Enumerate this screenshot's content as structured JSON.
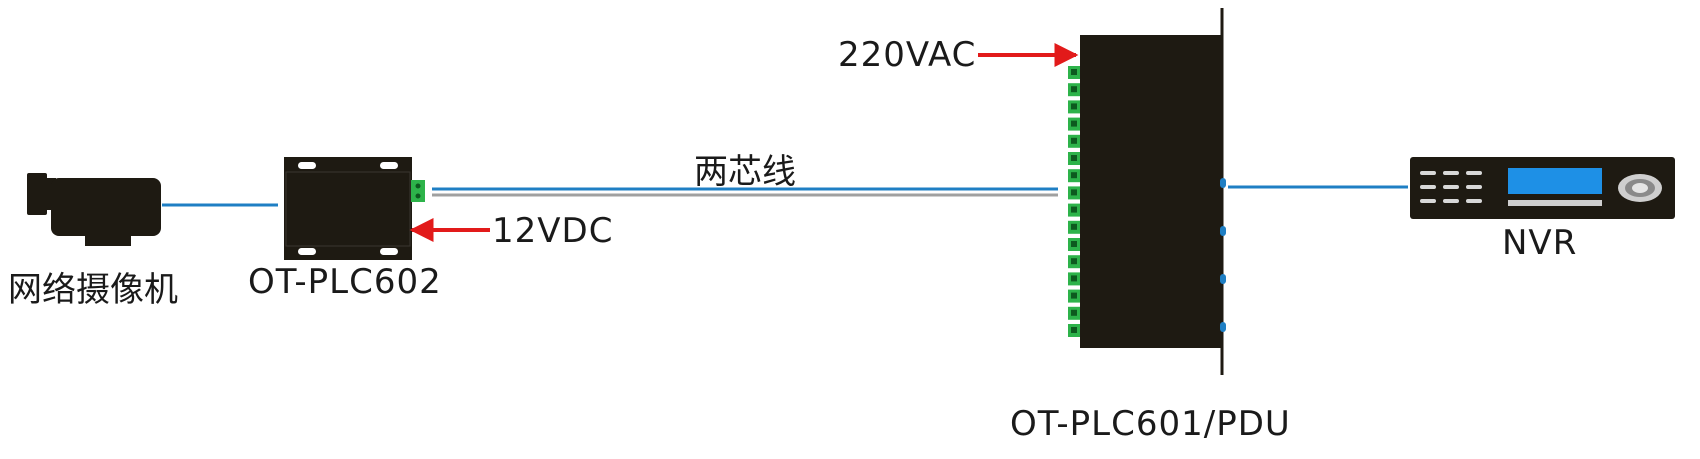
{
  "labels": {
    "camera": "网络摄像机",
    "plc602": "OT-PLC602",
    "plc601": "OT-PLC601/PDU",
    "nvr": "NVR",
    "ac_input": "220VAC",
    "dc_output": "12VDC",
    "cable": "两芯线"
  },
  "colors": {
    "data_line": "#1f7fc4",
    "power_arrow": "#e21a1a",
    "device_body": "#1e1a12",
    "terminal": "#2db34a",
    "nvr_screen": "#1e90e6",
    "cable_gray": "#a0a0a0"
  }
}
